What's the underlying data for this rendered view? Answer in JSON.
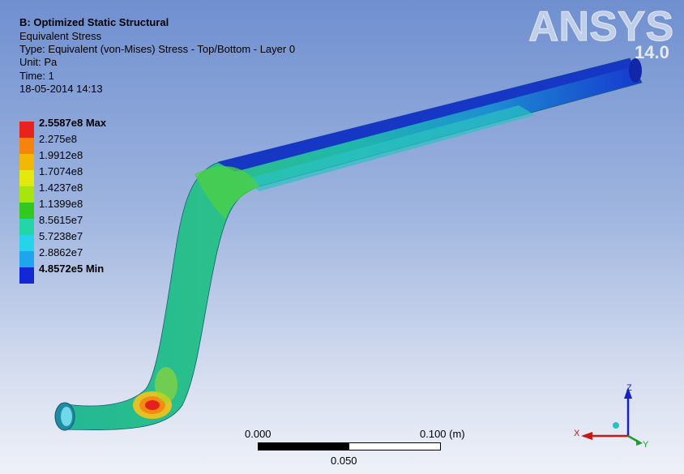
{
  "header": {
    "title": "B: Optimized  Static Structural",
    "result": "Equivalent Stress",
    "type": "Type: Equivalent (von-Mises) Stress - Top/Bottom - Layer 0",
    "unit": "Unit: Pa",
    "time": "Time: 1",
    "datetime": "18-05-2014 14:13"
  },
  "logo": {
    "brand": "ANSYS",
    "version": "14.0"
  },
  "legend": [
    {
      "label": "2.5587e8 Max",
      "color": "#e8221d"
    },
    {
      "label": "2.275e8",
      "color": "#f5830d"
    },
    {
      "label": "1.9912e8",
      "color": "#f2b707"
    },
    {
      "label": "1.7074e8",
      "color": "#e3e80e"
    },
    {
      "label": "1.4237e8",
      "color": "#a8e40e"
    },
    {
      "label": "1.1399e8",
      "color": "#33c81e"
    },
    {
      "label": "8.5615e7",
      "color": "#24d6a5"
    },
    {
      "label": "5.7238e7",
      "color": "#27d3e8"
    },
    {
      "label": "2.8862e7",
      "color": "#1da6ee"
    },
    {
      "label": "4.8572e5 Min",
      "color": "#1427d6"
    }
  ],
  "scale": {
    "left": "0.000",
    "right": "0.100 (m)",
    "mid": "0.050"
  },
  "triad": {
    "x": "X",
    "y": "Y",
    "z": "Z"
  }
}
